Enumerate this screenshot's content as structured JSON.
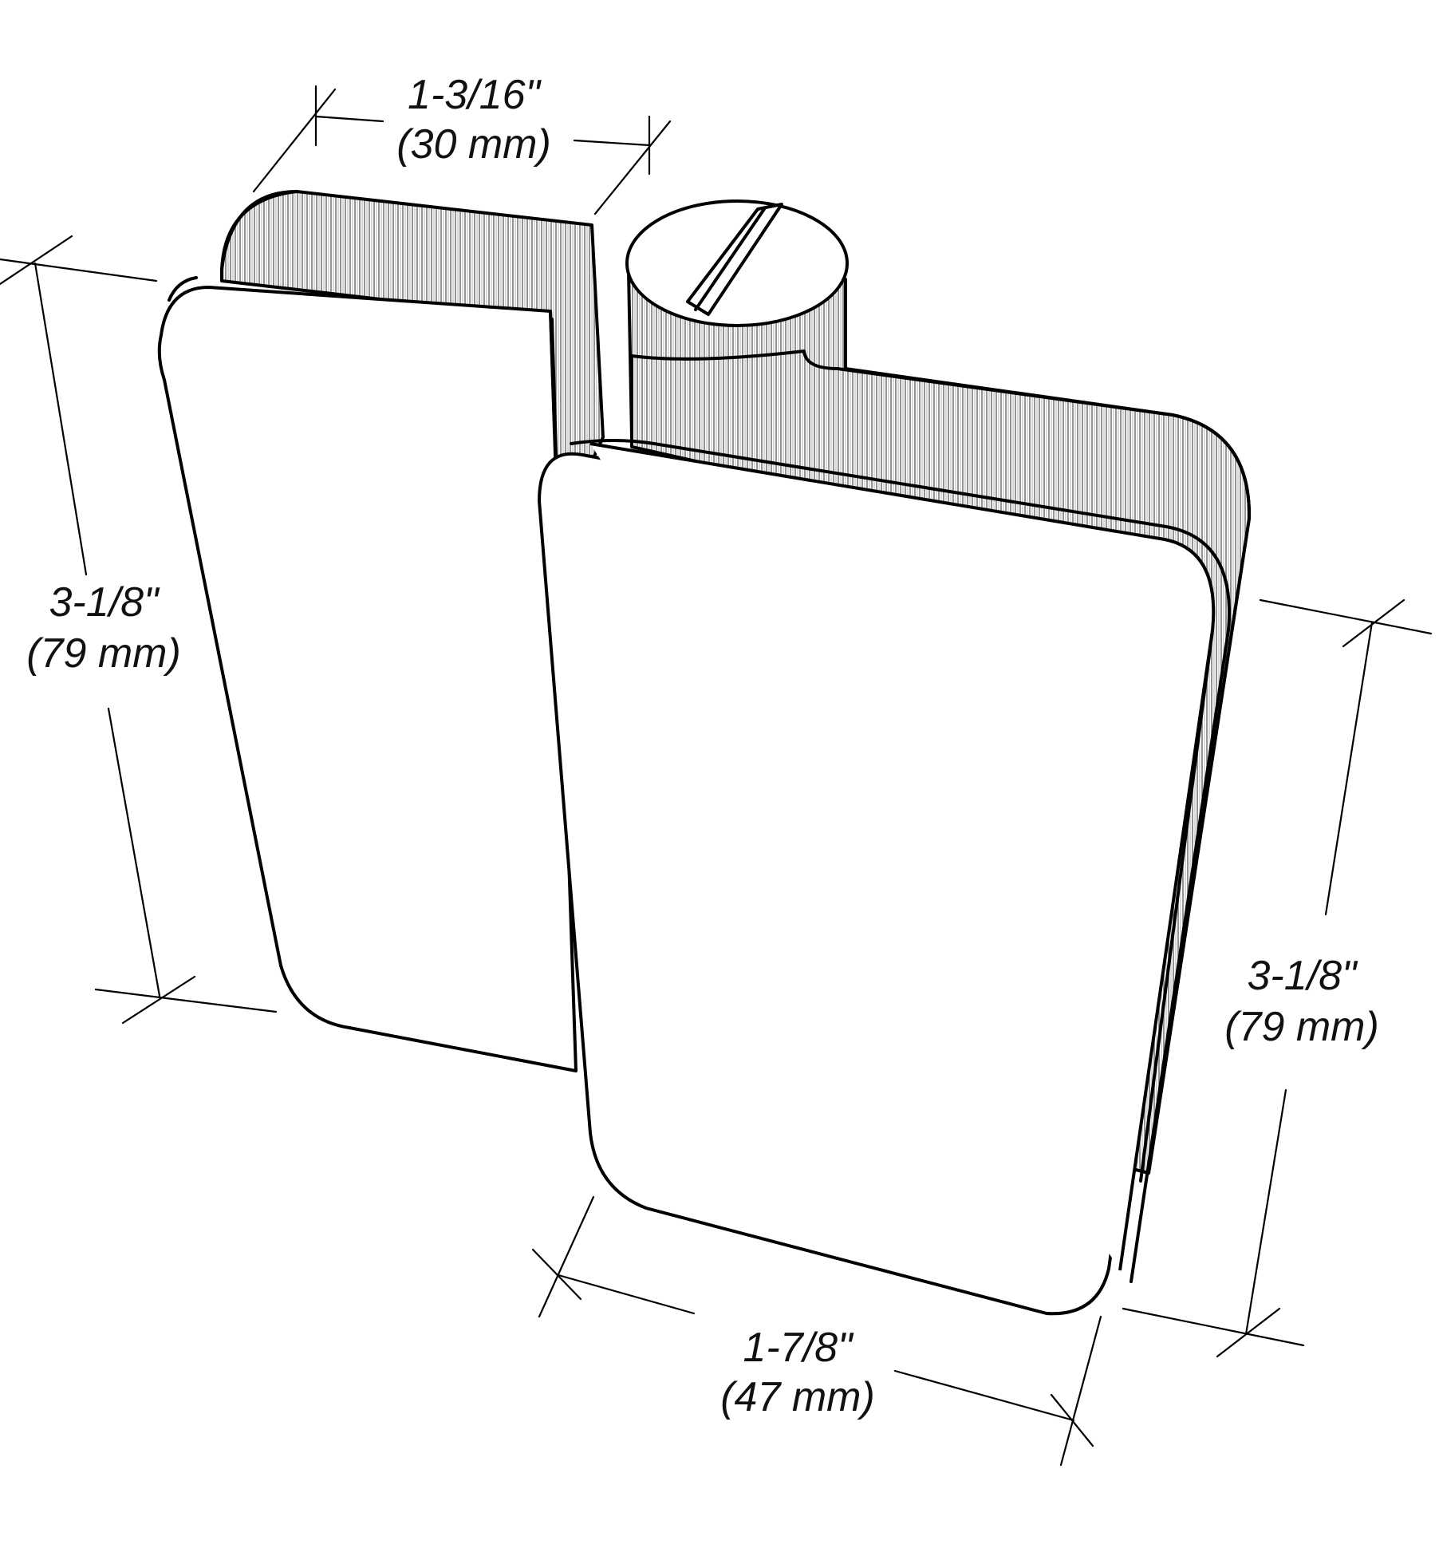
{
  "dimensions": {
    "top_width": {
      "imperial": "1-3/16\"",
      "metric": "(30 mm)"
    },
    "left_height": {
      "imperial": "3-1/8\"",
      "metric": "(79 mm)"
    },
    "right_height": {
      "imperial": "3-1/8\"",
      "metric": "(79 mm)"
    },
    "bottom_width": {
      "imperial": "1-7/8\"",
      "metric": "(47 mm)"
    }
  },
  "colors": {
    "line": "#000000",
    "background": "#ffffff",
    "rib_shading": "#8a8a8a"
  }
}
